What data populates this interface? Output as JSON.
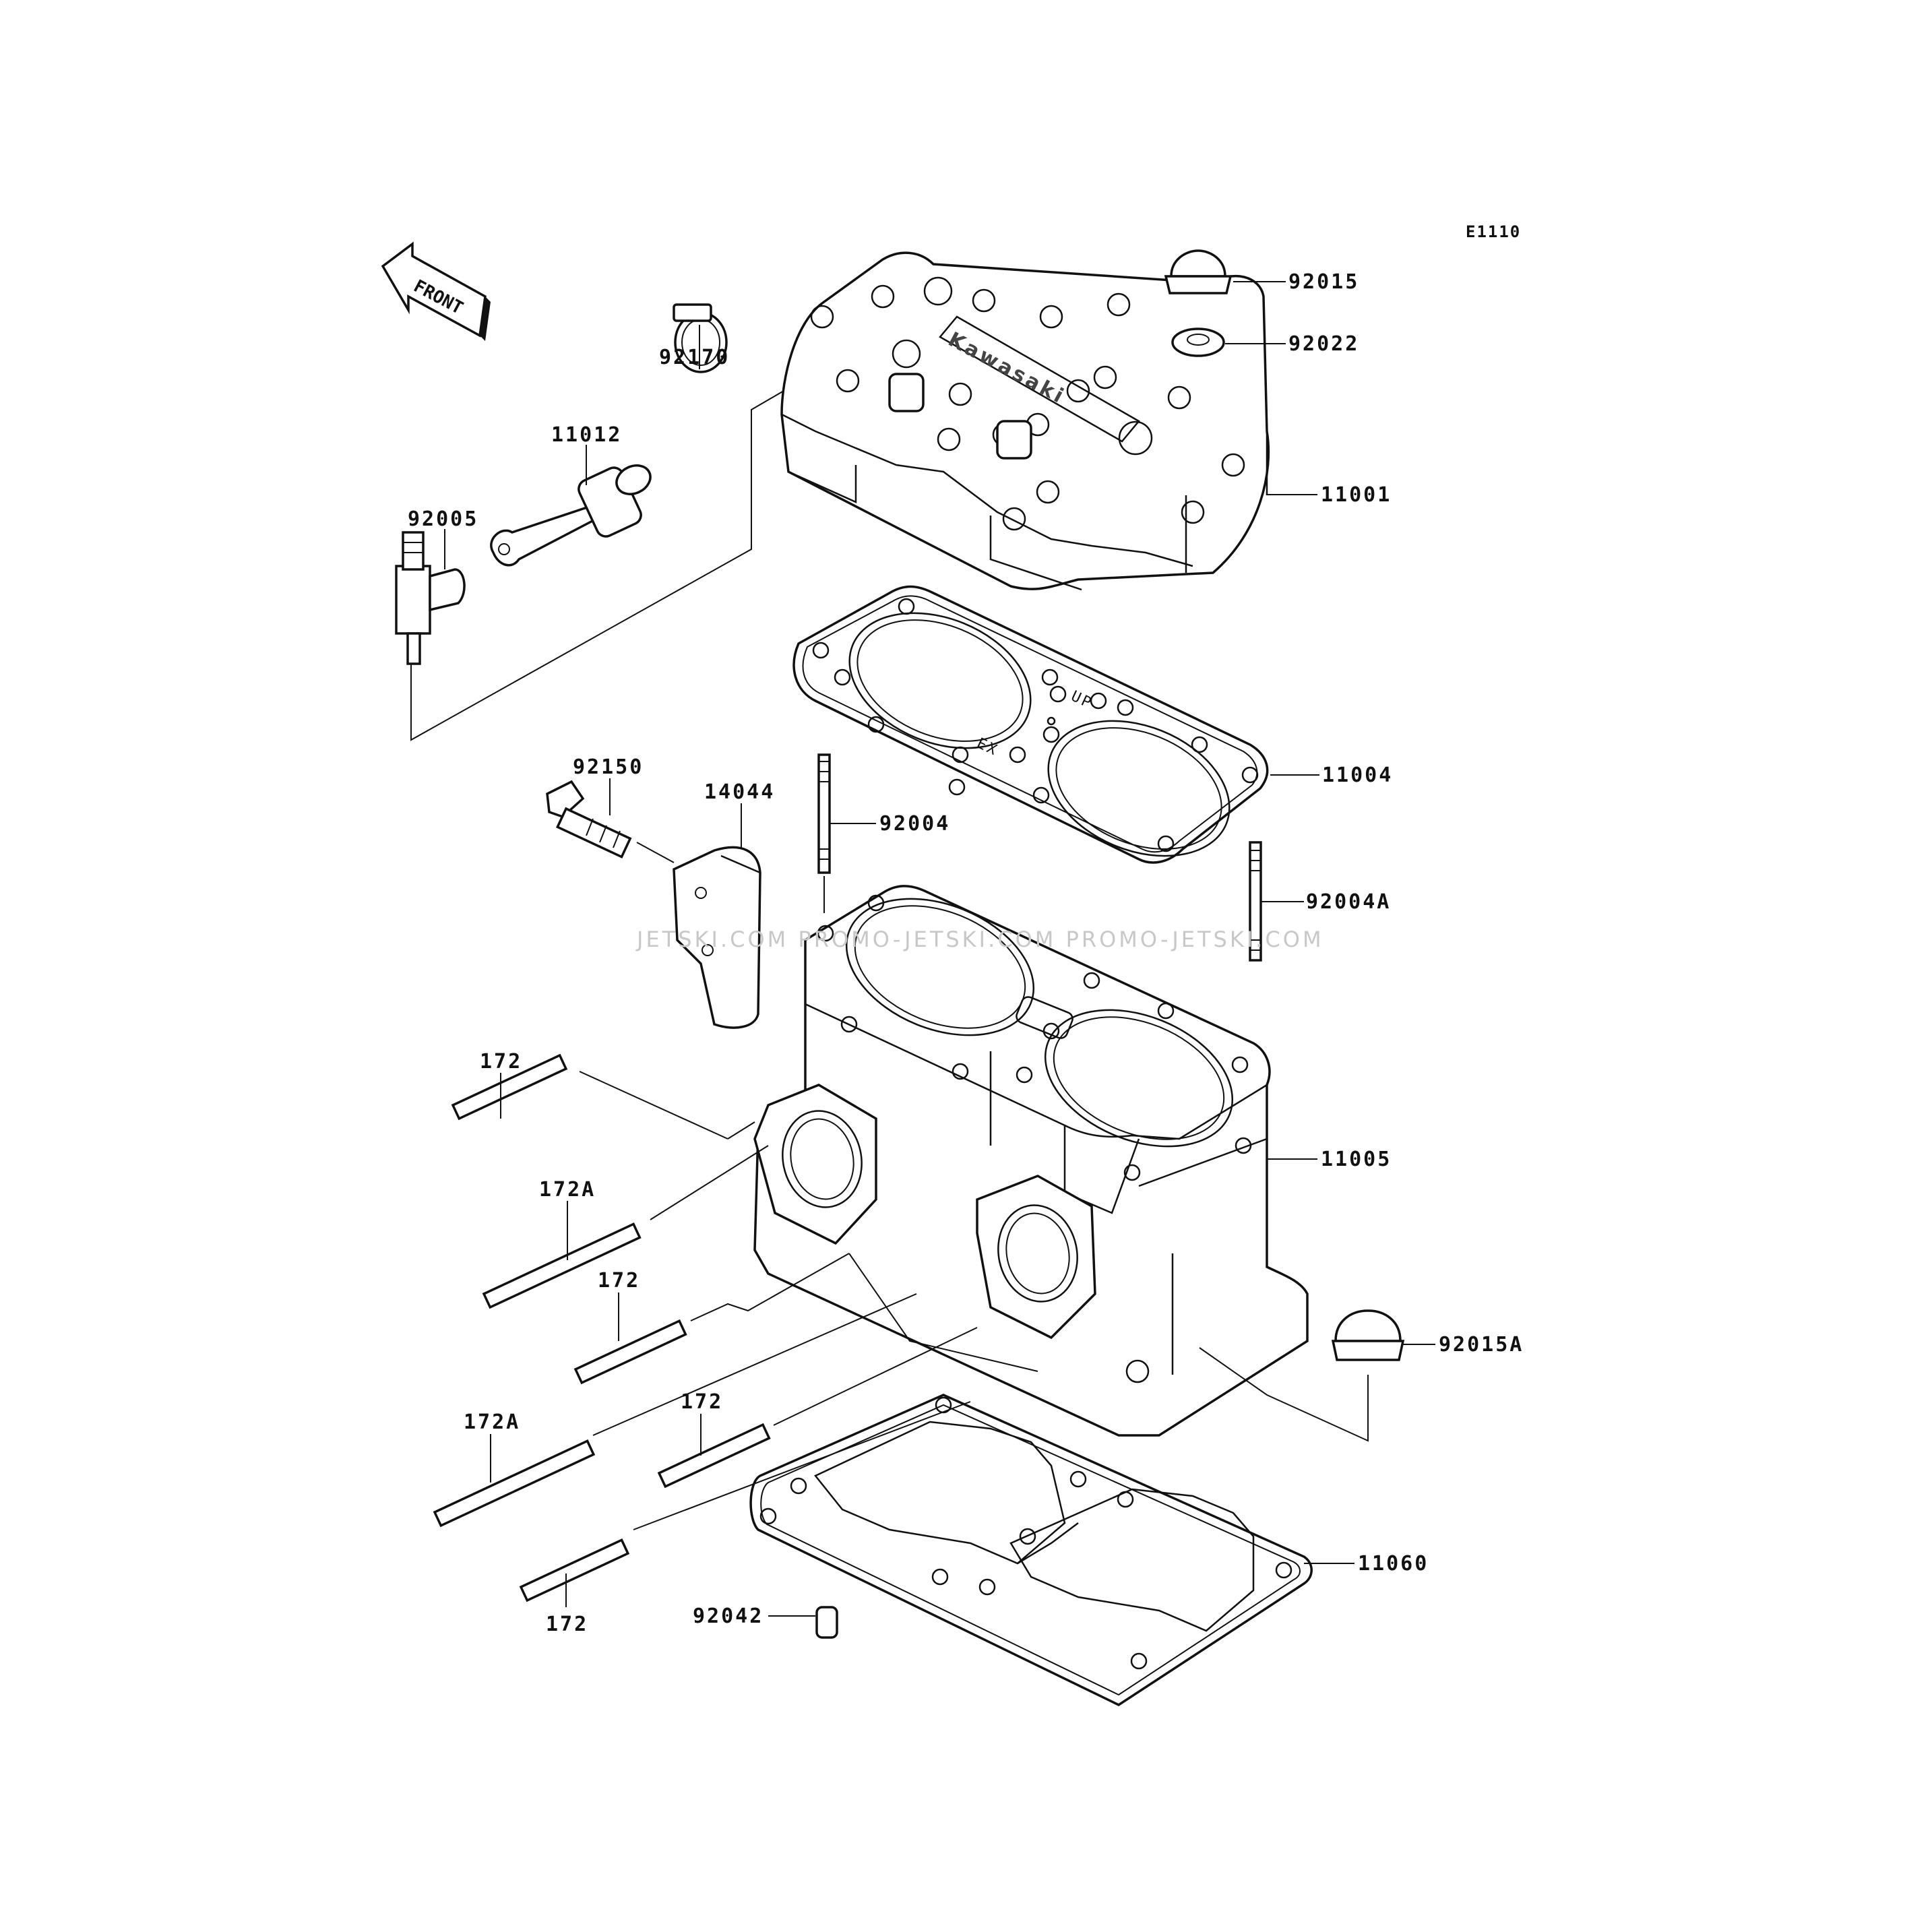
{
  "sheet": {
    "code": "E1110"
  },
  "direction_marker": {
    "text": "FRONT"
  },
  "cylinder_head_stamp": "Kawasaki",
  "gasket_marks": {
    "up": "UP",
    "ex": "EX"
  },
  "watermark": {
    "text": "JETSKI.COM   PROMO-JETSKI.COM   PROMO-JETSKI.COM"
  },
  "parts": {
    "p92015": "92015",
    "p92022": "92022",
    "p92170": "92170",
    "p11012": "11012",
    "p92005": "92005",
    "p11001": "11001",
    "p11004": "11004",
    "p92150": "92150",
    "p14044": "14044",
    "p92004": "92004",
    "p92004A": "92004A",
    "p172_a": "172",
    "p11005": "11005",
    "p172A_a": "172A",
    "p172_b": "172",
    "p92015A": "92015A",
    "p172A_b": "172A",
    "p172_c": "172",
    "p11060": "11060",
    "p92042": "92042",
    "p172_d": "172"
  }
}
